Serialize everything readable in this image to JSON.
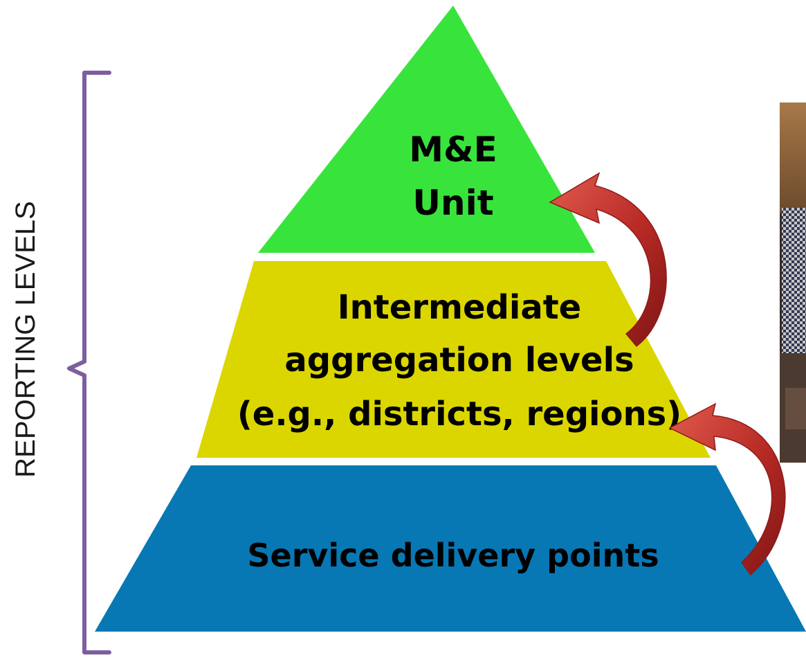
{
  "side_label": "REPORTING LEVELS",
  "levels": {
    "top": {
      "lines": [
        "M&E",
        "Unit"
      ],
      "color": "#38e43c"
    },
    "middle": {
      "lines": [
        "Intermediate",
        "aggregation levels",
        "(e.g., districts, regions)"
      ],
      "color": "#dbd600"
    },
    "bottom": {
      "lines": [
        "Service delivery points"
      ],
      "color": "#0778b4"
    }
  },
  "colors": {
    "bracket": "#7d5e9e",
    "arrow": "#c0392b",
    "arrow_dark": "#8e1b1b"
  },
  "photo": {
    "description_icon": "photo-fragment"
  }
}
